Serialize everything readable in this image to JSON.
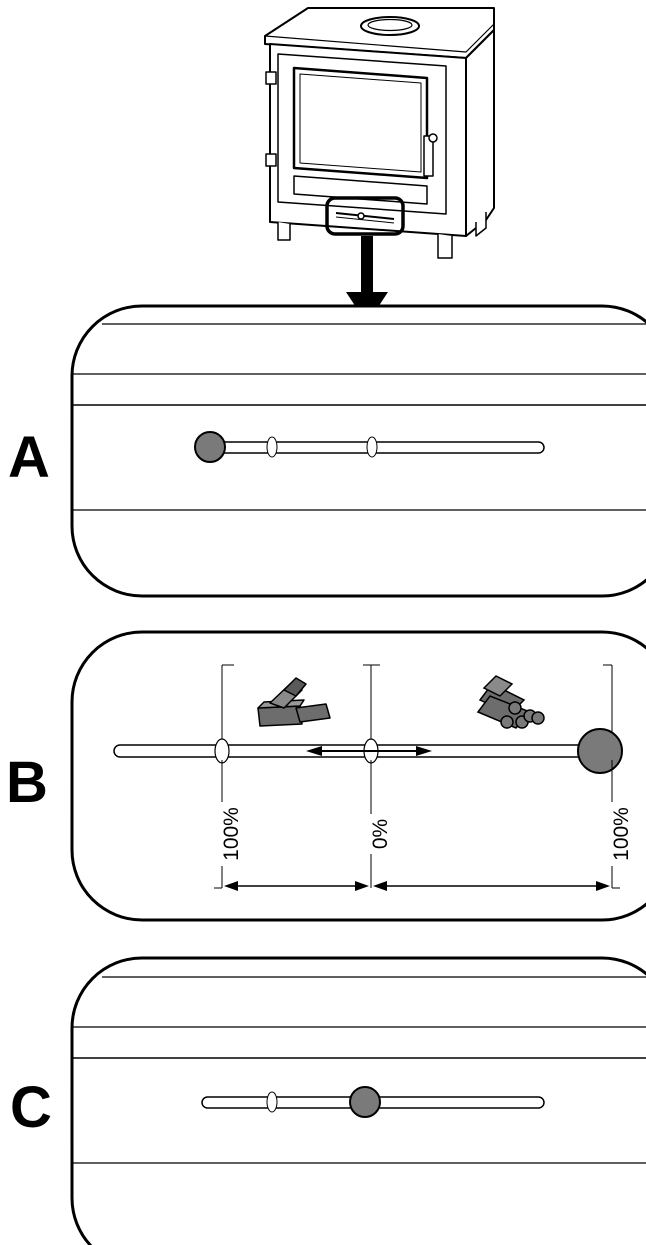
{
  "colors": {
    "outline": "#000000",
    "knob": "#7a7a7a",
    "stove_fill": "#ffffff",
    "fuel_fill": "#6d6d6d"
  },
  "panels": [
    {
      "label": "A",
      "slider_position": "left"
    },
    {
      "label": "B",
      "slider_position": "right",
      "fuel_icons": [
        "coal-icon",
        "logs-icon"
      ],
      "scale": {
        "left": "100%",
        "center": "0%",
        "right": "100%"
      }
    },
    {
      "label": "C",
      "slider_position": "center"
    }
  ],
  "icons": [
    "stove-icon",
    "arrow-down-icon"
  ]
}
